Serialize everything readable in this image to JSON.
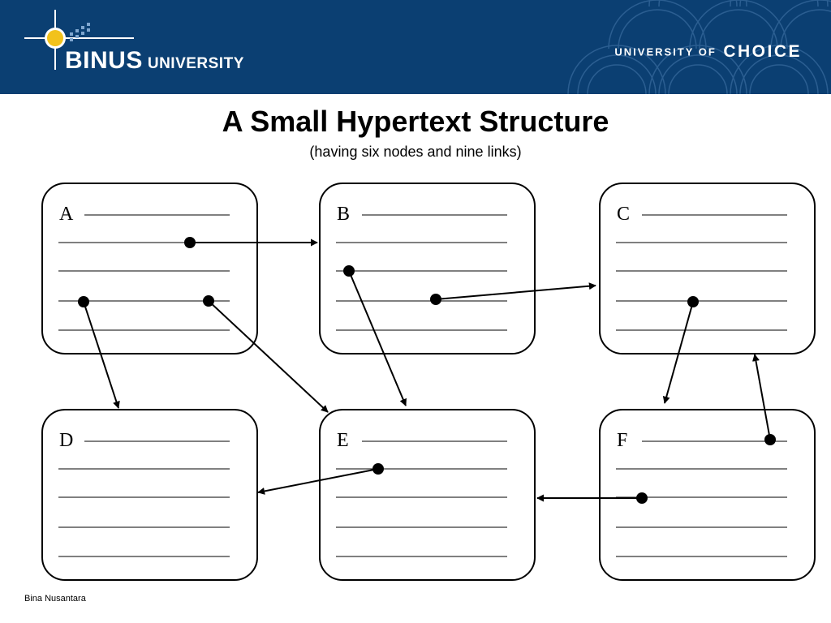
{
  "header": {
    "logo_name": "BINUS",
    "logo_suffix": "UNIVERSITY",
    "tagline_small": "UNIVERSITY OF",
    "tagline_big": "CHOICE",
    "background_color": "#0b3f72",
    "logo_orb_color": "#f2c21b"
  },
  "slide": {
    "title": "A Small Hypertext Structure",
    "subtitle": "(having six nodes and nine links)"
  },
  "diagram": {
    "nodes": [
      {
        "id": "A",
        "label": "A",
        "lines": 5
      },
      {
        "id": "B",
        "label": "B",
        "lines": 5
      },
      {
        "id": "C",
        "label": "C",
        "lines": 5
      },
      {
        "id": "D",
        "label": "D",
        "lines": 5
      },
      {
        "id": "E",
        "label": "E",
        "lines": 5
      },
      {
        "id": "F",
        "label": "F",
        "lines": 5
      }
    ],
    "links": [
      {
        "from": "A",
        "to": "B"
      },
      {
        "from": "A",
        "to": "D"
      },
      {
        "from": "A",
        "to": "E"
      },
      {
        "from": "B",
        "to": "C"
      },
      {
        "from": "B",
        "to": "E"
      },
      {
        "from": "C",
        "to": "F"
      },
      {
        "from": "E",
        "to": "D"
      },
      {
        "from": "F",
        "to": "E"
      },
      {
        "from": "F",
        "to": "C"
      }
    ]
  },
  "footer": {
    "text": "Bina Nusantara"
  }
}
